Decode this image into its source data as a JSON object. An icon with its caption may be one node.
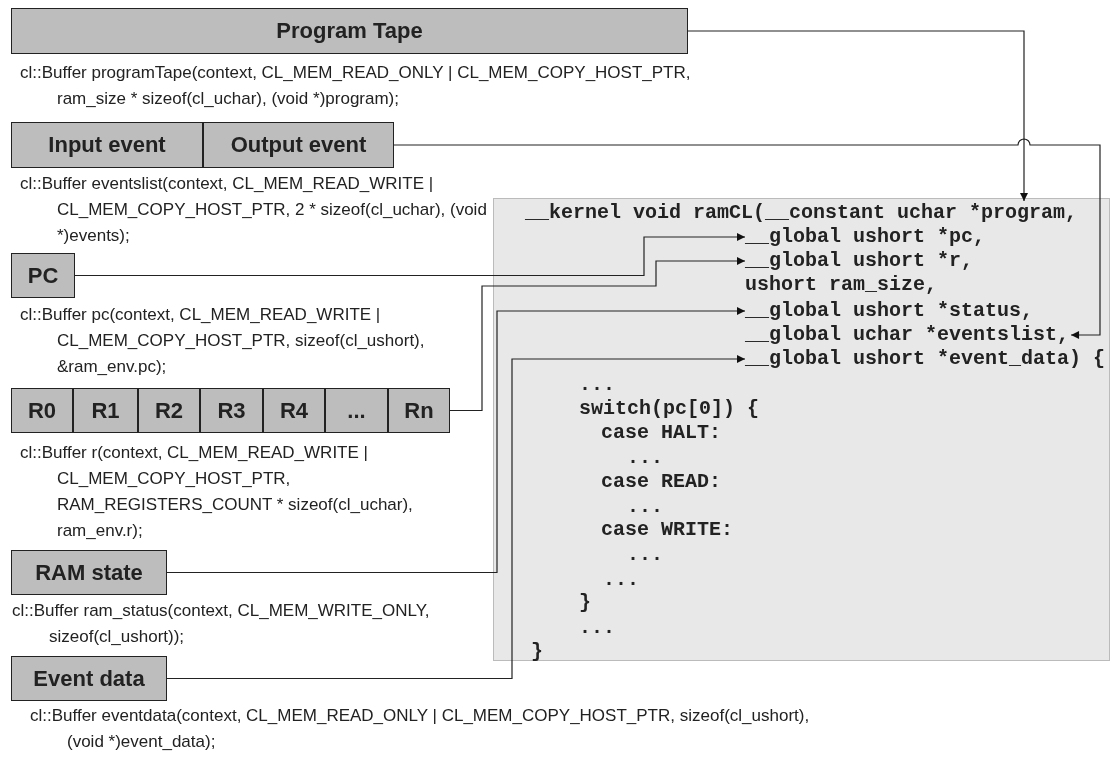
{
  "diagram": {
    "nodes": [
      {
        "text": [
          "Program Tape"
        ],
        "beside": [
          "cl::Buffer programTape(context, CL_MEM_READ_ONLY | CL_MEM_COPY_HOST_PTR, ram_size * sizeof(cl_uchar), (void *)program);"
        ]
      },
      {
        "text": [
          "Input event"
        ],
        "beside": [
          "cl::Buffer eventslist(context, CL_MEM_READ_WRITE | CL_MEM_COPY_HOST_PTR, 2 * sizeof(cl_uchar), (void *)events);"
        ]
      },
      {
        "text": [
          "Output event"
        ]
      },
      {
        "text": [
          "PC"
        ],
        "beside": [
          "cl::Buffer pc(context, CL_MEM_READ_WRITE | CL_MEM_COPY_HOST_PTR, sizeof(cl_ushort), &ram_env.pc);"
        ]
      },
      {
        "text": [
          "R0"
        ],
        "beside": [
          "cl::Buffer r(context, CL_MEM_READ_WRITE | CL_MEM_COPY_HOST_PTR, RAM_REGISTERS_COUNT * sizeof(cl_uchar), ram_env.r);"
        ]
      },
      {
        "text": [
          "R1"
        ]
      },
      {
        "text": [
          "R2"
        ]
      },
      {
        "text": [
          "R3"
        ]
      },
      {
        "text": [
          "R4"
        ]
      },
      {
        "text": [
          "..."
        ]
      },
      {
        "text": [
          "Rn"
        ]
      },
      {
        "text": [
          "RAM state"
        ],
        "beside": [
          "cl::Buffer ram_status(context, CL_MEM_WRITE_ONLY, sizeof(cl_ushort));"
        ]
      },
      {
        "text": [
          "Event data"
        ],
        "beside": [
          "cl::Buffer eventdata(context, CL_MEM_READ_ONLY | CL_MEM_COPY_HOST_PTR, sizeof(cl_ushort), (void *)event_data);"
        ]
      },
      {
        "text": [],
        "shape": "box"
      },
      {
        "text": [
          "__kernel void ramCL(__constant uchar *program,"
        ],
        "in": 13
      },
      {
        "text": [
          "__global ushort *pc,"
        ],
        "in": 13
      },
      {
        "text": [
          "__global ushort *r,"
        ],
        "in": 13
      },
      {
        "text": [
          "__global ushort *status,"
        ],
        "in": 13
      },
      {
        "text": [
          "__global uchar *eventslist,"
        ],
        "in": 13
      },
      {
        "text": [
          "__global ushort *event_data) {"
        ],
        "in": 13
      }
    ],
    "edges": [
      {
        "from": 0,
        "to": 14,
        "arrow": "to"
      },
      {
        "from": 2,
        "to": 18,
        "arrow": "to"
      },
      {
        "from": 3,
        "to": 15,
        "arrow": "to"
      },
      {
        "from": 10,
        "to": 16,
        "arrow": "to"
      },
      {
        "from": 11,
        "to": 17,
        "arrow": "to"
      },
      {
        "from": 12,
        "to": 19,
        "arrow": "to"
      }
    ],
    "labels": [
      "ushort ram_size,",
      "...",
      "switch(pc[0]) {",
      "case HALT:",
      "...",
      "case READ:",
      "...",
      "case WRITE:",
      "...",
      "...",
      "}",
      "...",
      "}"
    ]
  }
}
